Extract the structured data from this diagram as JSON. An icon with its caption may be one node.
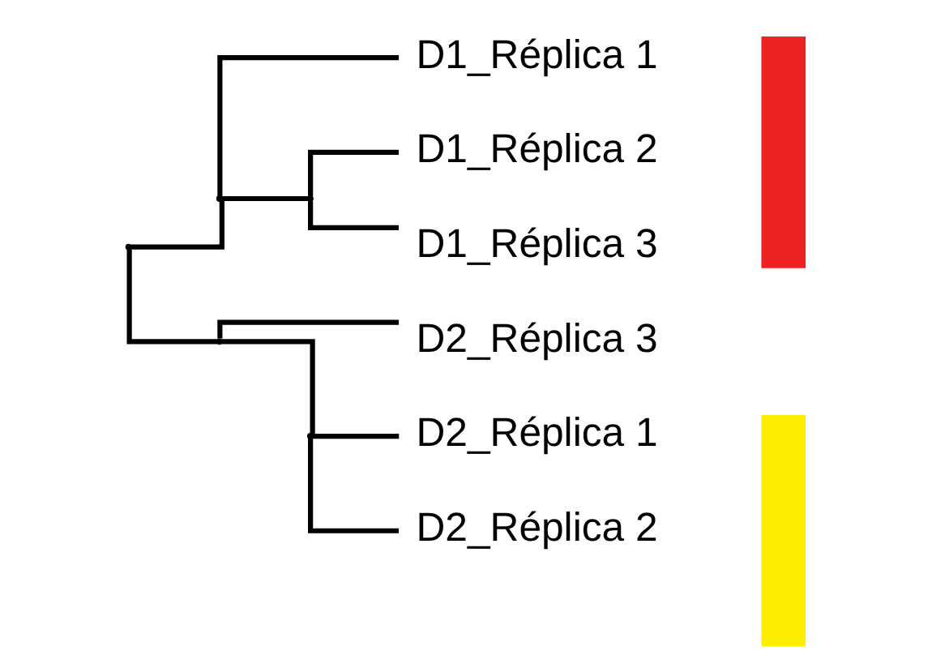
{
  "diagram": {
    "nodes": [
      {
        "text": [
          "D1_Réplica 1"
        ]
      },
      {
        "text": [
          "D1_Réplica 2"
        ]
      },
      {
        "text": [
          "D1_Réplica 3"
        ]
      },
      {
        "text": [
          "D2_Réplica 1"
        ]
      },
      {
        "text": [
          "D2_Réplica 2"
        ]
      },
      {
        "text": [
          "D2_Réplica 3"
        ]
      },
      {
        "text": [],
        "shape": "point"
      },
      {
        "text": [],
        "shape": "point"
      },
      {
        "text": [],
        "shape": "point"
      },
      {
        "text": [],
        "shape": "point"
      },
      {
        "text": [],
        "shape": "point"
      },
      {
        "text": [],
        "shape": "bar"
      },
      {
        "text": [],
        "shape": "bar"
      }
    ],
    "edges": [
      {
        "from": 6,
        "to": 7,
        "arrow": "none"
      },
      {
        "from": 6,
        "to": 9,
        "arrow": "none"
      },
      {
        "from": 7,
        "to": 0,
        "arrow": "none"
      },
      {
        "from": 7,
        "to": 8,
        "arrow": "none"
      },
      {
        "from": 8,
        "to": 1,
        "arrow": "none"
      },
      {
        "from": 8,
        "to": 2,
        "arrow": "none"
      },
      {
        "from": 9,
        "to": 10,
        "arrow": "none"
      },
      {
        "from": 9,
        "to": 5,
        "arrow": "none"
      },
      {
        "from": 10,
        "to": 3,
        "arrow": "none"
      },
      {
        "from": 10,
        "to": 4,
        "arrow": "none"
      }
    ]
  }
}
